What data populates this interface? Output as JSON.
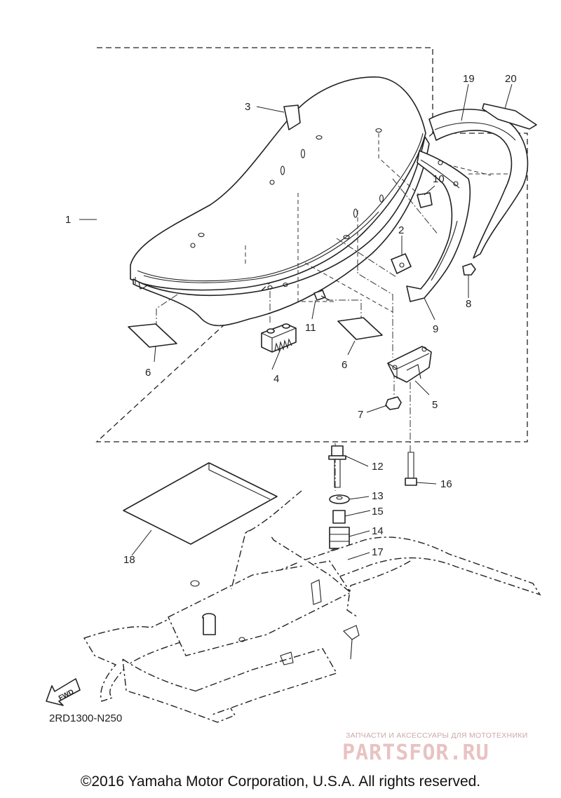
{
  "callouts": [
    {
      "id": "1",
      "label": "1"
    },
    {
      "id": "2",
      "label": "2"
    },
    {
      "id": "3",
      "label": "3"
    },
    {
      "id": "4",
      "label": "4"
    },
    {
      "id": "5",
      "label": "5"
    },
    {
      "id": "6a",
      "label": "6"
    },
    {
      "id": "6b",
      "label": "6"
    },
    {
      "id": "7",
      "label": "7"
    },
    {
      "id": "8",
      "label": "8"
    },
    {
      "id": "9",
      "label": "9"
    },
    {
      "id": "10",
      "label": "10"
    },
    {
      "id": "11",
      "label": "11"
    },
    {
      "id": "12",
      "label": "12"
    },
    {
      "id": "13",
      "label": "13"
    },
    {
      "id": "14",
      "label": "14"
    },
    {
      "id": "15",
      "label": "15"
    },
    {
      "id": "16",
      "label": "16"
    },
    {
      "id": "17",
      "label": "17"
    },
    {
      "id": "18",
      "label": "18"
    },
    {
      "id": "19",
      "label": "19"
    },
    {
      "id": "20",
      "label": "20"
    }
  ],
  "fwd_label": "FWD",
  "ref_code": "2RD1300-N250",
  "watermark_text": "ЗАПЧАСТИ И АКСЕССУАРЫ ДЛЯ МОТОТЕХНИКИ",
  "watermark_logo": "PARTSFOR.RU",
  "copyright": "©2016 Yamaha Motor Corporation, U.S.A. All rights reserved."
}
